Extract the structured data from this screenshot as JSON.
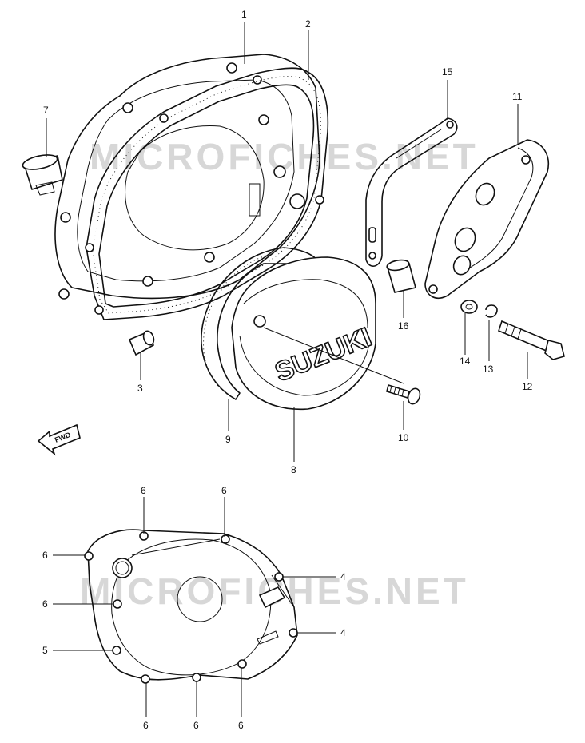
{
  "watermark": "MICROFICHES.NET",
  "brand_text": "SUZUKI",
  "fwd_text": "FWD",
  "callouts": [
    {
      "id": "c1",
      "label": "1"
    },
    {
      "id": "c2",
      "label": "2"
    },
    {
      "id": "c3",
      "label": "3"
    },
    {
      "id": "c4a",
      "label": "4"
    },
    {
      "id": "c4b",
      "label": "4"
    },
    {
      "id": "c5",
      "label": "5"
    },
    {
      "id": "c6a",
      "label": "6"
    },
    {
      "id": "c6b",
      "label": "6"
    },
    {
      "id": "c6c",
      "label": "6"
    },
    {
      "id": "c6d",
      "label": "6"
    },
    {
      "id": "c6e",
      "label": "6"
    },
    {
      "id": "c6f",
      "label": "6"
    },
    {
      "id": "c6g",
      "label": "6"
    },
    {
      "id": "c7",
      "label": "7"
    },
    {
      "id": "c8",
      "label": "8"
    },
    {
      "id": "c9",
      "label": "9"
    },
    {
      "id": "c10",
      "label": "10"
    },
    {
      "id": "c11",
      "label": "11"
    },
    {
      "id": "c12",
      "label": "12"
    },
    {
      "id": "c13",
      "label": "13"
    },
    {
      "id": "c14",
      "label": "14"
    },
    {
      "id": "c15",
      "label": "15"
    },
    {
      "id": "c16",
      "label": "16"
    }
  ]
}
